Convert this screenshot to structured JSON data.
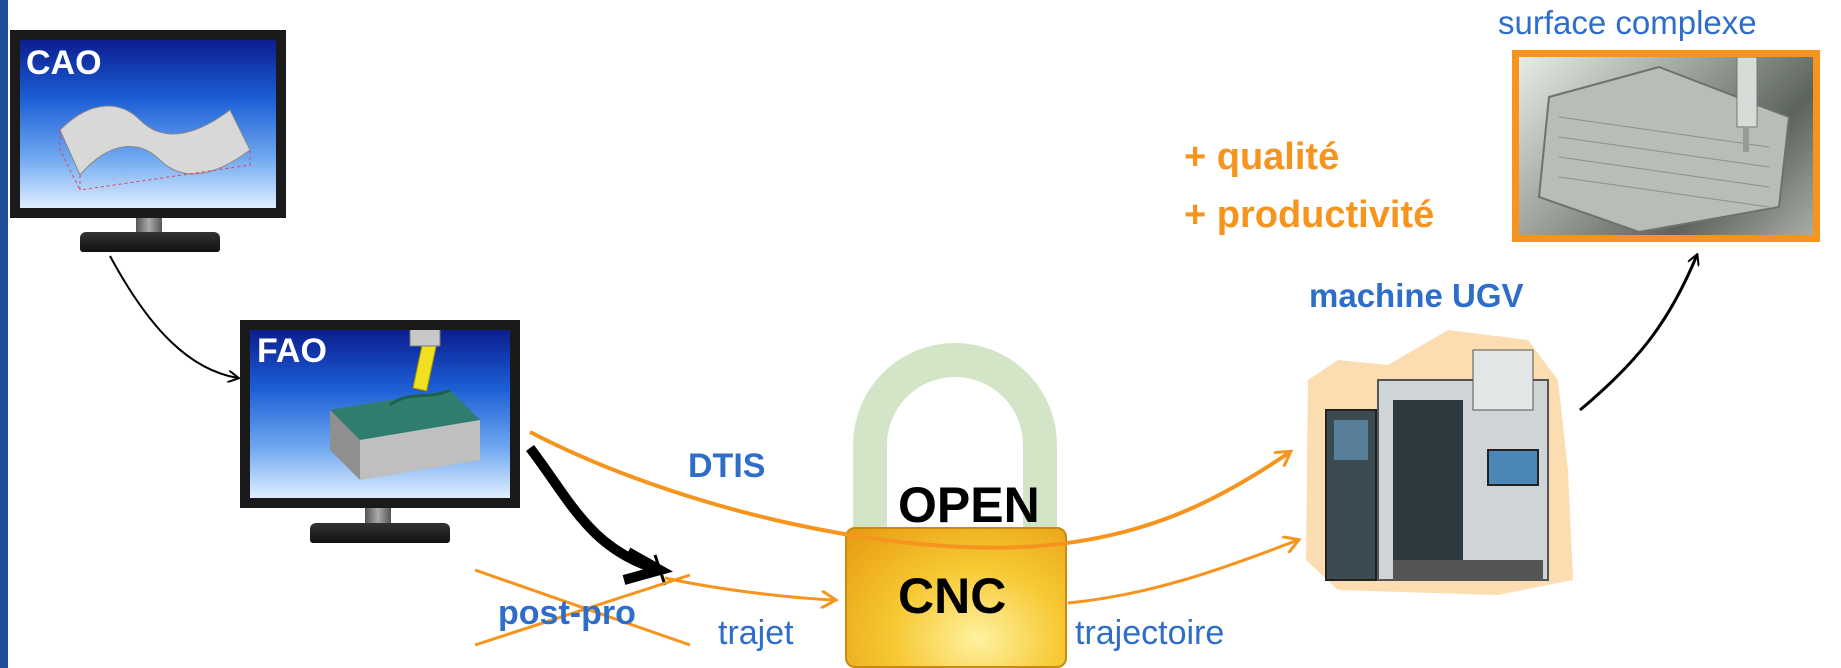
{
  "monitors": {
    "cao_label": "CAO",
    "fao_label": "FAO"
  },
  "labels": {
    "surface": "surface complexe",
    "qualite": "+ qualité",
    "productivite": "+ productivité",
    "machine": "machine UGV",
    "dtis": "DTIS",
    "open": "OPEN",
    "cnc": "CNC",
    "postpro": "post-pro",
    "trajet": "trajet",
    "trajectoire": "trajectoire"
  },
  "colors": {
    "accent_blue": "#2e6ec8",
    "accent_orange": "#f7941d",
    "shackle_green": "#d3e5c7",
    "lock_gold": "#f7c935",
    "bar_blue": "#1f4e9c"
  },
  "icons": [
    "padlock-icon",
    "milling-machine-icon",
    "monitor-icon"
  ]
}
